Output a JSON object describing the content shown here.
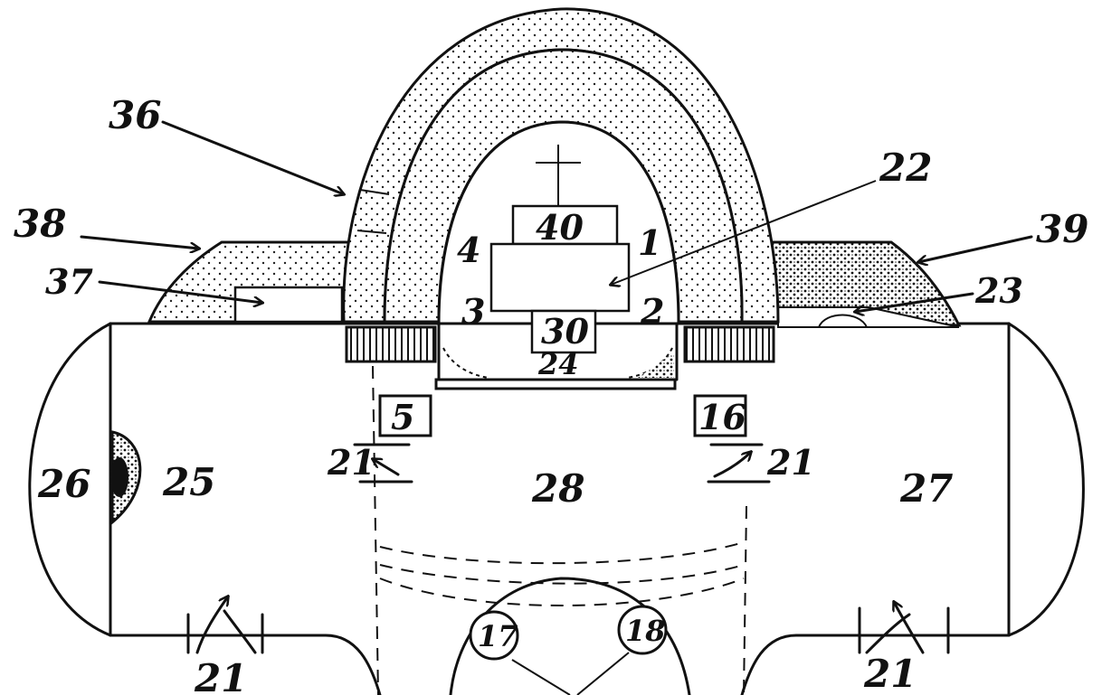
{
  "labels": {
    "l36": "36",
    "l38": "38",
    "l37": "37",
    "l22": "22",
    "l39": "39",
    "l23": "23",
    "l40": "40",
    "l4": "4",
    "l1": "1",
    "l3": "3",
    "l2": "2",
    "l30": "30",
    "l24": "24",
    "l5": "5",
    "l16": "16",
    "l21_left": "21",
    "l21_right": "21",
    "l21_bottom_left": "21",
    "l21_bottom_right": "21",
    "l26": "26",
    "l25": "25",
    "l28": "28",
    "l27": "27",
    "l17": "17",
    "l18": "18"
  }
}
